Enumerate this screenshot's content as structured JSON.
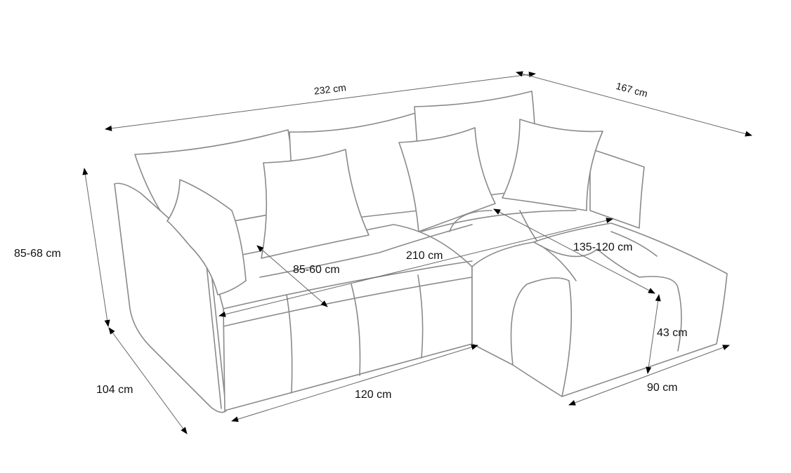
{
  "diagram": {
    "dimensions": {
      "total_width": "232 cm",
      "total_depth": "167 cm",
      "height": "85-68 cm",
      "seat_depth": "85-60 cm",
      "seat_width": "210 cm",
      "chaise_length": "135-120 cm",
      "seat_height": "43 cm",
      "side_depth": "104 cm",
      "front_width": "120 cm",
      "chaise_width": "90 cm"
    },
    "colors": {
      "outline": "#8a8a8a",
      "arrow": "#000000",
      "text": "#111111"
    }
  }
}
